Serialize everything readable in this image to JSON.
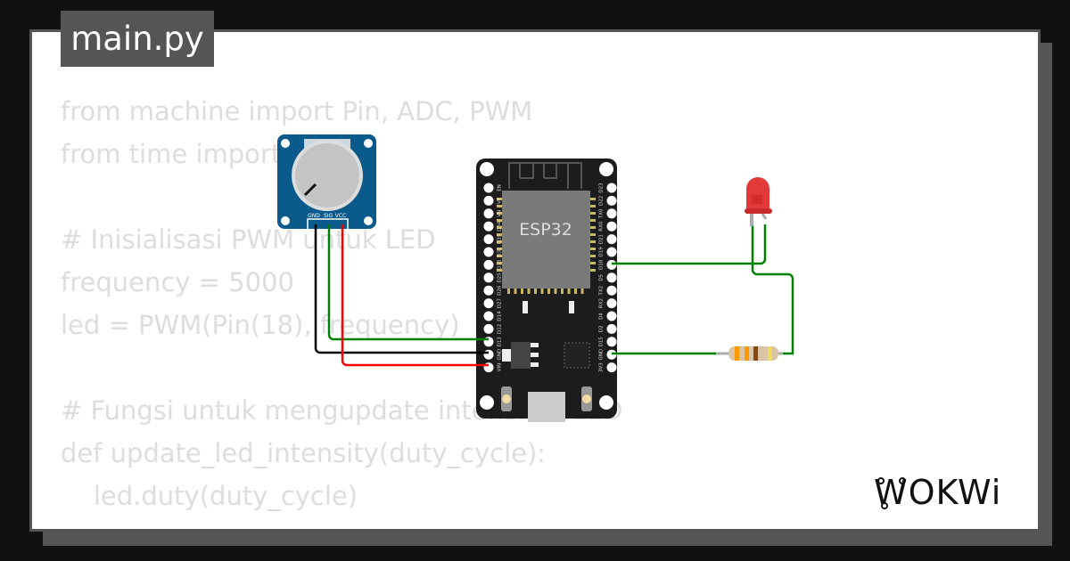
{
  "tab": {
    "title": "main.py"
  },
  "code": {
    "lines": [
      "from machine import Pin, ADC, PWM",
      "from time import sleep",
      "",
      "# Inisialisasi PWM untuk LED",
      "frequency = 5000",
      "led = PWM(Pin(18), frequency)",
      "",
      "# Fungsi untuk mengupdate intensitas LED",
      "def update_led_intensity(duty_cycle):",
      "    led.duty(duty_cycle)"
    ]
  },
  "potentiometer": {
    "pins": [
      "GND",
      "SIG",
      "VCC"
    ]
  },
  "esp32": {
    "label": "ESP32",
    "left_pins": [
      "EN",
      "VP",
      "VN",
      "D34",
      "D35",
      "D32",
      "D33",
      "D25",
      "D26",
      "D27",
      "D14",
      "D12",
      "D13",
      "GND",
      "VIN"
    ],
    "right_pins": [
      "D23",
      "D22",
      "TX0",
      "RX0",
      "D21",
      "D19",
      "D18",
      "D5",
      "TX2",
      "RX2",
      "D4",
      "D2",
      "D15",
      "GND",
      "3V3"
    ]
  },
  "wire_colors": {
    "signal": "#008000",
    "ground": "#000000",
    "power": "#ff0000"
  },
  "logo": {
    "text": "WOKWi"
  }
}
